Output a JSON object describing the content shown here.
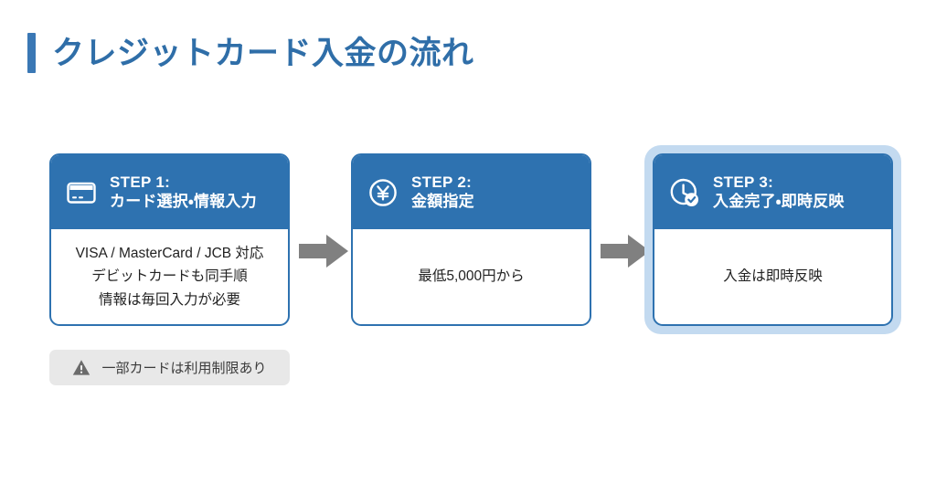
{
  "page": {
    "title": "クレジットカード入金の流れ",
    "accent_color": "#3a78b5",
    "title_color": "#2f6ea8",
    "background": "#ffffff"
  },
  "flow": {
    "arrow_icon": "arrow-right-icon",
    "arrow_color": "#808080",
    "steps": [
      {
        "icon": "credit-card-icon",
        "step_label": "STEP 1:",
        "step_sub": "カード選択・情報入力",
        "header_color": "#2e72b0",
        "body_lines": [
          "VISA / MasterCard / JCB 対応",
          "デビットカードも同手順",
          "情報は毎回入力が必要"
        ],
        "highlighted": false
      },
      {
        "icon": "yen-circle-icon",
        "step_label": "STEP 2:",
        "step_sub": "金額指定",
        "header_color": "#2e72b0",
        "body_lines": [
          "最低5,000円から"
        ],
        "highlighted": false
      },
      {
        "icon": "clock-check-icon",
        "step_label": "STEP 3:",
        "step_sub": "入金完了・即時反映",
        "header_color": "#2e72b0",
        "body_lines": [
          "入金は即時反映"
        ],
        "highlighted": true,
        "highlight_color": "#c3daf0"
      }
    ]
  },
  "note": {
    "icon": "warning-triangle-icon",
    "text": "一部カードは利用制限あり",
    "background": "#e8e8e8",
    "icon_color": "#6b6b6b"
  }
}
